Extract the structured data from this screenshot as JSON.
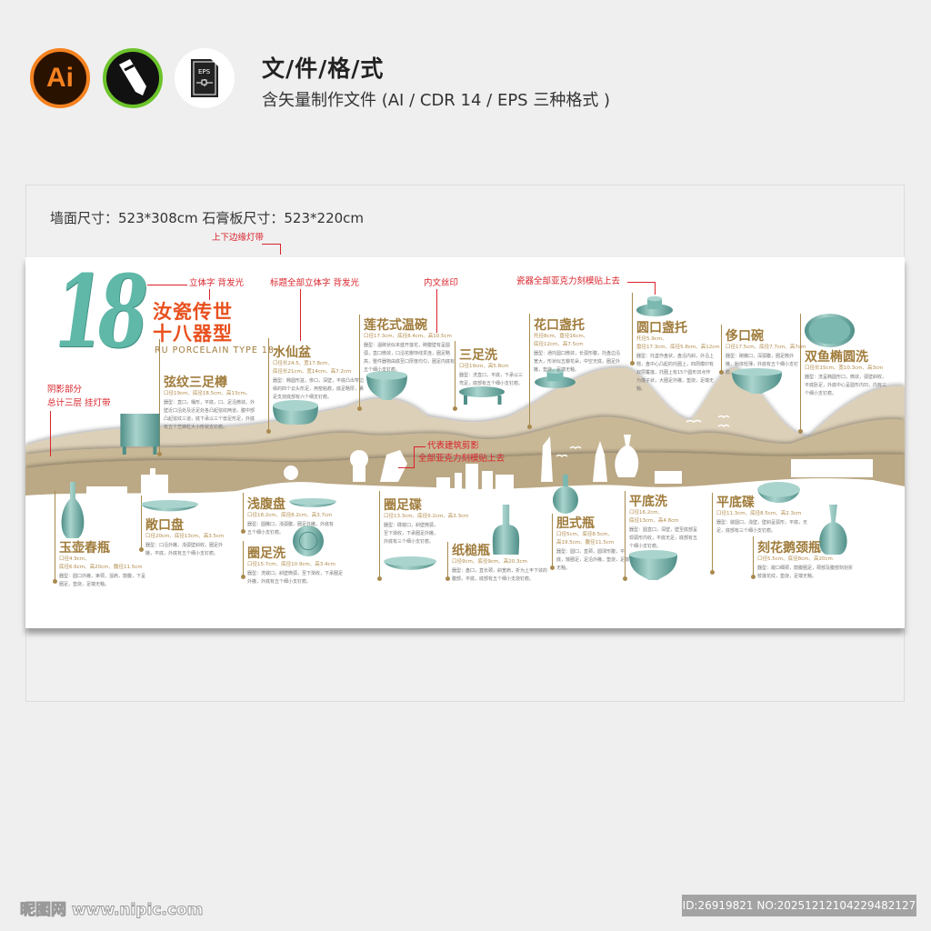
{
  "header": {
    "icons": [
      "adobe-illustrator-icon",
      "coreldraw-icon",
      "eps-file-icon"
    ],
    "ai_label": "Ai",
    "eps_label": "EPS",
    "title": "文/件/格/式",
    "subtitle": "含矢量制作文件 (AI / CDR 14 / EPS 三种格式 )"
  },
  "panel": {
    "dimensions": "墙面尺寸：523*308cm 石膏板尺寸：523*220cm"
  },
  "logo": {
    "number": "18",
    "line1": "汝瓷传世",
    "line2": "十八器型",
    "english": "RU PORCELAIN TYPE 18"
  },
  "annotations": {
    "edge_light": "上下边缘灯带",
    "logo_3d": "立体字 背发光",
    "titles_3d": "标题全部立体字 背发光",
    "text_print": "内文丝印",
    "porcelain_acrylic": "瓷器全部亚克力刻模贴上去",
    "shadow_1": "阴影部分",
    "shadow_2": "总计三层 挂灯带",
    "building_1": "代表建筑剪影",
    "building_2": "全部亚克力刻模贴上去"
  },
  "items": [
    {
      "title": "弦纹三足樽",
      "dims": [
        "口径19cm、底径18.5cm、高13cm。"
      ],
      "desc": "器型：直口，桶形，平底，口、足沿微敛。外壁近口沿处及近足处各凸起弦纹两道，腹中部凸起弦纹三道，底下承以三个兽足形足，外底有五个芝麻粒大小形状支钉痕。"
    },
    {
      "title": "水仙盆",
      "dims": [
        "口径长24.5、宽17.8cm、",
        "底径长21cm、宽14cm、高7.2cm"
      ],
      "desc": "器型：椭圆形盆，侈口，深壁，平底凸出窄边缘的四个云头形足，用窑粘痕，底足略厚，裹足支烧底部有六个细支钉痕。"
    },
    {
      "title": "莲花式温碗",
      "dims": [
        "口径17.3cm、底径8.4cm、高10.5cm"
      ],
      "desc": "器型：温碗状似未盛开莲花，碗腹壁有呈圆弧，直口微敛，口沿花瓣饰线贯连，圈足略高，整件器物由底至口厚度均匀，圈足内底有五个细小支钉痕。"
    },
    {
      "title": "三足洗",
      "dims": [
        "口径19cm、高5.8cm"
      ],
      "desc": "器型：洗直口，平底，下承以三弯足，底部有五个细小支钉痕。"
    },
    {
      "title": "花口盏托",
      "dims": [
        "托径8cm、盘径16cm、",
        "底径12cm、高7.5cm"
      ],
      "desc": "器型：通托圆口微敛，长弧形腹，托盘边沿宽大，形状似五瓣花朵，中空无底，圈足外撇，垫烧，足端无釉。"
    },
    {
      "title": "圆口盏托",
      "dims": [
        "托径5.9cm、",
        "盘径17.3cm、底径5.8cm、高12cm"
      ],
      "desc": "器型：托盏作盘状，盘沿内斜，外沿上翘，盘中心凸起的托圈上，四周模印有双层覆莲，托圈上有15个圆形凹点作为莲子状，大圈足外撇，垫烧，足端无釉。"
    },
    {
      "title": "侈口碗",
      "dims": [
        "口径17.5cm、底径7.7cm、高7cm"
      ],
      "desc": "器型：碗撇口，深弧腹，圈足微外撇，胎体轻薄，外底有五个细小支钉痕。"
    },
    {
      "title": "双鱼椭圆洗",
      "dims": [
        "口径长15cm、宽10.3cm、高3cm"
      ],
      "desc": "器型：洗呈椭圆形口，微敛，弧壁斜收，平底卧足，外底中心呈圆形内凹，内有三个细小支钉痕。"
    },
    {
      "title": "玉壶春瓶",
      "dims": [
        "口径4.9cm、",
        "底径6.6cm、高20cm、腹径11.5cm"
      ],
      "desc": "器型：圆口外撇，束颈，溜肩，鼓腹，下呈圈足，垫烧，足端无釉。"
    },
    {
      "title": "敞口盘",
      "dims": [
        "口径20cm、底径13cm、高3.5cm"
      ],
      "desc": "器型：口沿外撇，浅弧壁斜收，圈足外撇，平底，外底有五个细小支钉痕。"
    },
    {
      "title": "浅腹盘",
      "dims": [
        "口径18.2cm、底径8.2cm、高3.7cm"
      ],
      "desc": "器型：圆撇口，浅弧腹，圈足外撇，外底有五个细小支钉痕。"
    },
    {
      "title": "圈足洗",
      "dims": [
        "口径15.7cm、底径10.9cm、高3.4cm"
      ],
      "desc": "器型：洗敞口，斜壁微弧，至下渐收，下承圈足外撇，外底有五个细小支钉痕。"
    },
    {
      "title": "圈足碟",
      "dims": [
        "口径13.3cm、底径9.2cm、高3.3cm"
      ],
      "desc": "器型：碟敞口，斜壁微弧，至下渐收，下承圈足外撇，外底有三个细小支钉痕。"
    },
    {
      "title": "纸槌瓶",
      "dims": [
        "口径9cm、底径9cm、高20.3cm"
      ],
      "desc": "器型：盘口，直长颈，斜宽肩，折为上丰下敛的腹部，平底，底部有五个细小支烧钉痕。"
    },
    {
      "title": "胆式瓶",
      "dims": [
        "口径5cm、底径8.5cm、",
        "高19.5cm、腹径11.5cm"
      ],
      "desc": "器型：圆口，直颈，圆球形腹，平底，矮圈足，足沿外撇，垫烧，足端无釉。"
    },
    {
      "title": "平底洗",
      "dims": [
        "口径16.2cm、",
        "底径13cm、高4.8cm"
      ],
      "desc": "器型：圆直口，深壁，壁至底部呈现弧形内收，平底无足，底部有五个细小支钉痕。"
    },
    {
      "title": "平底碟",
      "dims": [
        "口径11.3cm、底径8.5cm、高2.3cm"
      ],
      "desc": "器型：敞圆口，浅壁，壁斜呈弧形，平底，无足，底部有三个细小支钉痕。"
    },
    {
      "title": "刻花鹅颈瓶",
      "dims": [
        "口径5.5cm、底径8cm、高20cm"
      ],
      "desc": "器型：敞口细颈，鼓腹圈足，颈部及腹部刻划折枝莲花纹，垫烧，足端无釉。"
    }
  ],
  "footer": {
    "watermark": "昵图网 www.nipic.com",
    "id": "ID:26919821 NO:20251212104229482127"
  },
  "colors": {
    "accent_gold": "#a07c3c",
    "annotation_red": "#d9232b",
    "title_orange": "#e8501e",
    "celadon": "#7ab8b0",
    "mountain_beige": "#c9b896"
  }
}
